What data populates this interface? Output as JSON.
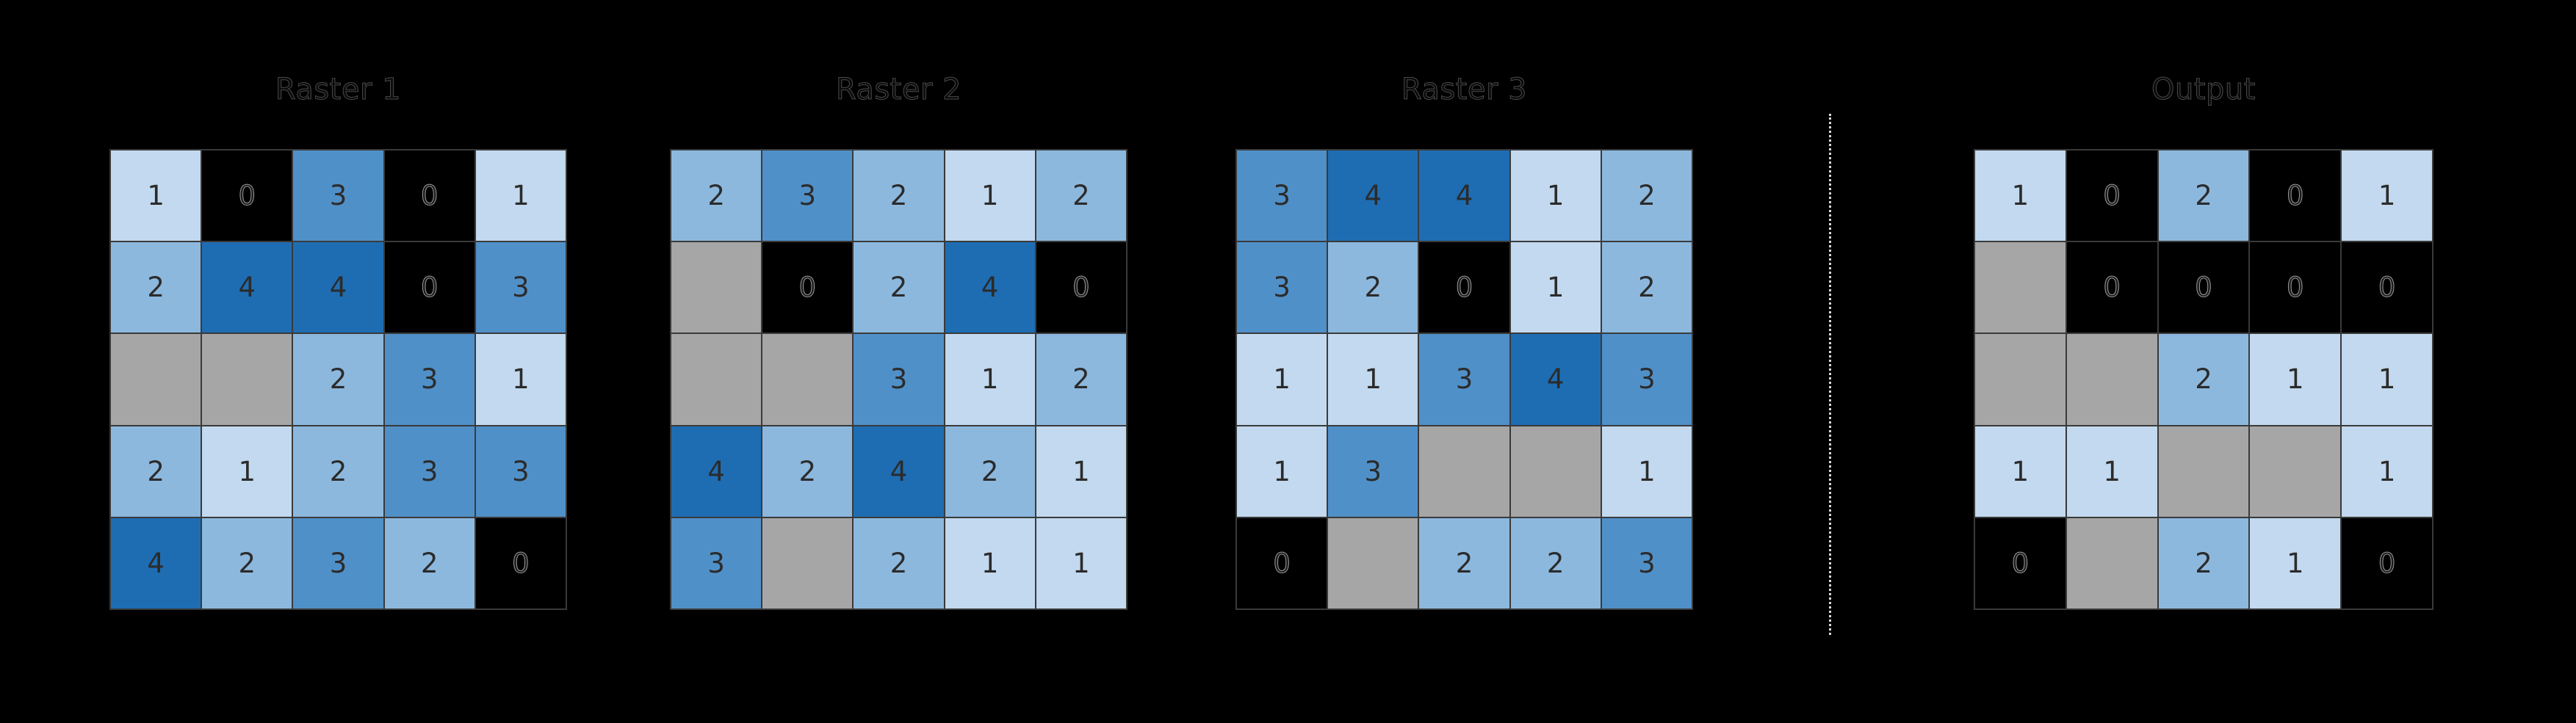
{
  "figure": {
    "background_color": "#000000",
    "grid_line_color": "#3a3a3a",
    "title_color": "#4a4a4a",
    "rows": 5,
    "cols": 5,
    "nodata_symbol": "",
    "divider": {
      "style": "dotted",
      "color": "#ffffff",
      "orientation": "vertical"
    }
  },
  "legend_colors": {
    "value_0": "#000000",
    "value_1": "#c2d9ef",
    "value_2": "#8cb8de",
    "value_3": "#5090c8",
    "value_4": "#1e6db3",
    "nodata": "#a6a6a6"
  },
  "panels": [
    {
      "id": "raster-1",
      "title": "Raster 1",
      "rows": [
        [
          "1",
          "0",
          "3",
          "0",
          "1"
        ],
        [
          "2",
          "4",
          "4",
          "0",
          "3"
        ],
        [
          "",
          "",
          "2",
          "3",
          "1"
        ],
        [
          "2",
          "1",
          "2",
          "3",
          "3"
        ],
        [
          "4",
          "2",
          "3",
          "2",
          "0"
        ]
      ],
      "classes": [
        [
          "v1",
          "v0",
          "v3",
          "v0",
          "v1"
        ],
        [
          "v2",
          "v4",
          "v4",
          "v0",
          "v3"
        ],
        [
          "nodata",
          "nodata",
          "v2",
          "v3",
          "v1"
        ],
        [
          "v2",
          "v1",
          "v2",
          "v3",
          "v3"
        ],
        [
          "v4",
          "v2",
          "v3",
          "v2",
          "v0"
        ]
      ]
    },
    {
      "id": "raster-2",
      "title": "Raster 2",
      "rows": [
        [
          "2",
          "3",
          "2",
          "1",
          "2"
        ],
        [
          "",
          "0",
          "2",
          "4",
          "0"
        ],
        [
          "",
          "",
          "3",
          "1",
          "2"
        ],
        [
          "4",
          "2",
          "4",
          "2",
          "1"
        ],
        [
          "3",
          "",
          "2",
          "1",
          "1"
        ]
      ],
      "classes": [
        [
          "v2",
          "v3",
          "v2",
          "v1",
          "v2"
        ],
        [
          "nodata",
          "v0",
          "v2",
          "v4",
          "v0"
        ],
        [
          "nodata",
          "nodata",
          "v3",
          "v1",
          "v2"
        ],
        [
          "v4",
          "v2",
          "v4",
          "v2",
          "v1"
        ],
        [
          "v3",
          "nodata",
          "v2",
          "v1",
          "v1"
        ]
      ]
    },
    {
      "id": "raster-3",
      "title": "Raster 3",
      "rows": [
        [
          "3",
          "4",
          "4",
          "1",
          "2"
        ],
        [
          "3",
          "2",
          "0",
          "1",
          "2"
        ],
        [
          "1",
          "1",
          "3",
          "4",
          "3"
        ],
        [
          "1",
          "3",
          "",
          "",
          "1"
        ],
        [
          "0",
          "",
          "2",
          "2",
          "3"
        ]
      ],
      "classes": [
        [
          "v3",
          "v4",
          "v4",
          "v1",
          "v2"
        ],
        [
          "v3",
          "v2",
          "v0",
          "v1",
          "v2"
        ],
        [
          "v1",
          "v1",
          "v3",
          "v4",
          "v3"
        ],
        [
          "v1",
          "v3",
          "nodata",
          "nodata",
          "v1"
        ],
        [
          "v0",
          "nodata",
          "v2",
          "v2",
          "v3"
        ]
      ]
    },
    {
      "id": "output",
      "title": "Output",
      "rows": [
        [
          "1",
          "0",
          "2",
          "0",
          "1"
        ],
        [
          "",
          "0",
          "0",
          "0",
          "0"
        ],
        [
          "",
          "",
          "2",
          "1",
          "1"
        ],
        [
          "1",
          "1",
          "",
          "",
          "1"
        ],
        [
          "0",
          "",
          "2",
          "1",
          "0"
        ]
      ],
      "classes": [
        [
          "v1",
          "v0",
          "v2",
          "v0",
          "v1"
        ],
        [
          "nodata",
          "v0",
          "v0",
          "v0",
          "v0"
        ],
        [
          "nodata",
          "nodata",
          "v2",
          "v1",
          "v1"
        ],
        [
          "v1",
          "v1",
          "nodata",
          "nodata",
          "v1"
        ],
        [
          "v0",
          "nodata",
          "v2",
          "v1",
          "v0"
        ]
      ]
    }
  ]
}
